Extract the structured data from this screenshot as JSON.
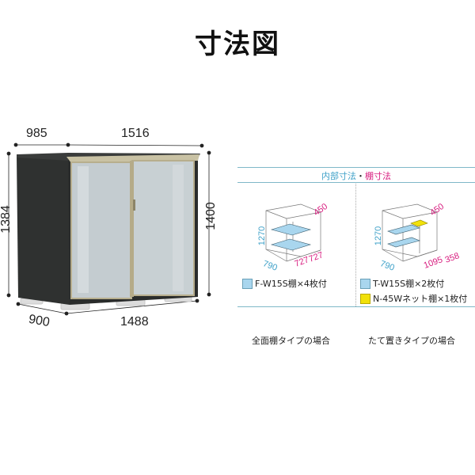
{
  "title": "寸法図",
  "exterior": {
    "dimensions": {
      "top_depth": "985",
      "top_width": "1516",
      "left_height": "1384",
      "right_height": "1400",
      "bottom_depth": "900",
      "bottom_width": "1488"
    },
    "colors": {
      "body": "#2b2d2c",
      "door": "#c5cdd0",
      "frame": "#b8b090"
    }
  },
  "interior_panel": {
    "title_part1": "内部寸法",
    "title_separator": "・",
    "title_part2": "棚寸法",
    "title_colors": {
      "part1": "#3ea1c8",
      "part2": "#d81c7f"
    },
    "left": {
      "height": "1270",
      "depth": "790",
      "shelf_depth": "450",
      "width_a": "727",
      "width_b": "727",
      "legend": [
        {
          "swatch": "blue",
          "label": "F-W15S棚×4枚付"
        }
      ],
      "caption": "全面棚タイプの場合"
    },
    "right": {
      "height": "1270",
      "depth": "790",
      "shelf_depth": "450",
      "width_a": "1095",
      "width_b": "358",
      "legend": [
        {
          "swatch": "blue",
          "label": "T-W15S棚×2枚付"
        },
        {
          "swatch": "yellow",
          "label": "N-45Wネット棚×1枚付"
        }
      ],
      "caption": "たて置きタイプの場合"
    }
  }
}
